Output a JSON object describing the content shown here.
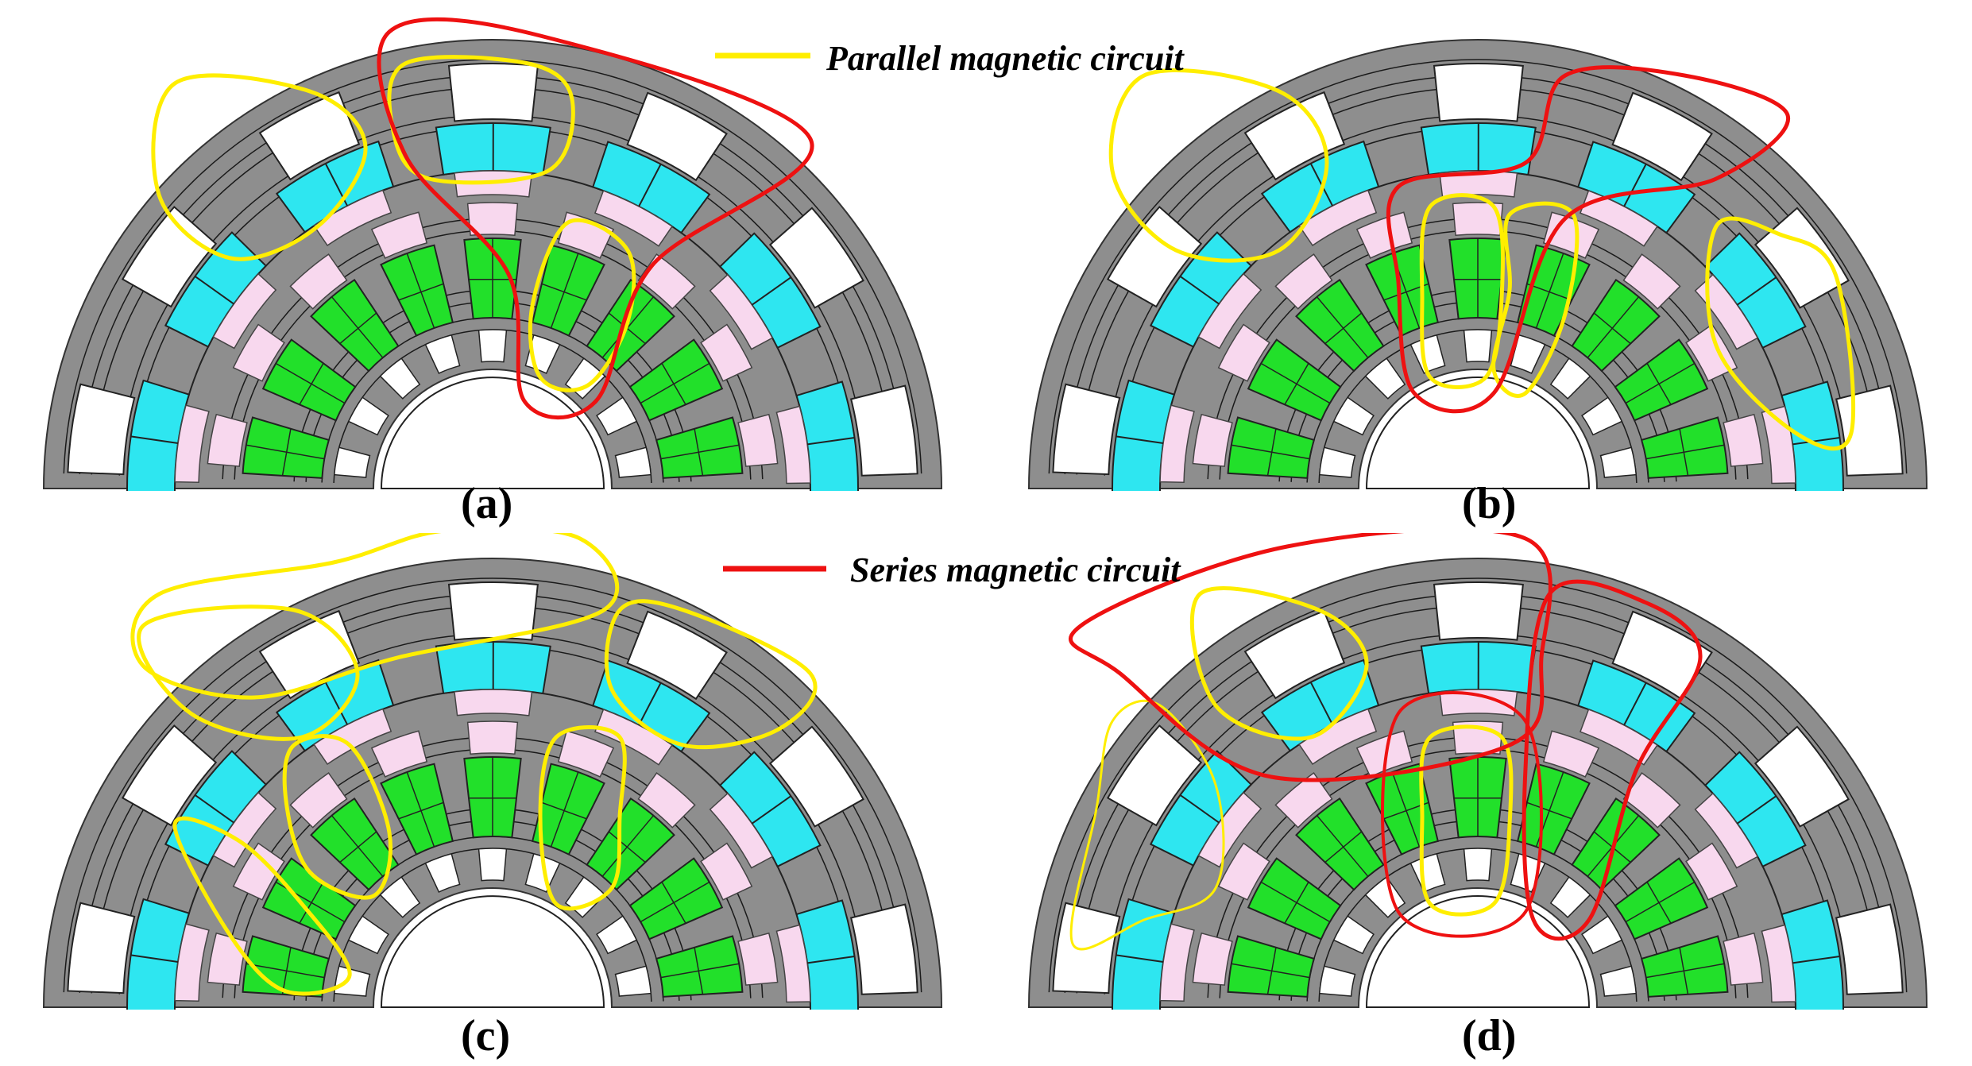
{
  "legend": [
    {
      "label": "Parallel magnetic circuit",
      "color": "#ffee00"
    },
    {
      "label": "Series magnetic circuit",
      "color": "#ee1111"
    }
  ],
  "panels": [
    {
      "label": "(a)"
    },
    {
      "label": "(b)"
    },
    {
      "label": "(c)"
    },
    {
      "label": "(d)"
    }
  ],
  "colors": {
    "iron": "#8e8e8e",
    "magnet": "#2ee6f0",
    "pole": "#f8d8ee",
    "winding": "#22e02a",
    "slot": "#ffffff",
    "flux": "#1a1a1a",
    "parallel": "#ffee00",
    "series": "#ee1111"
  }
}
